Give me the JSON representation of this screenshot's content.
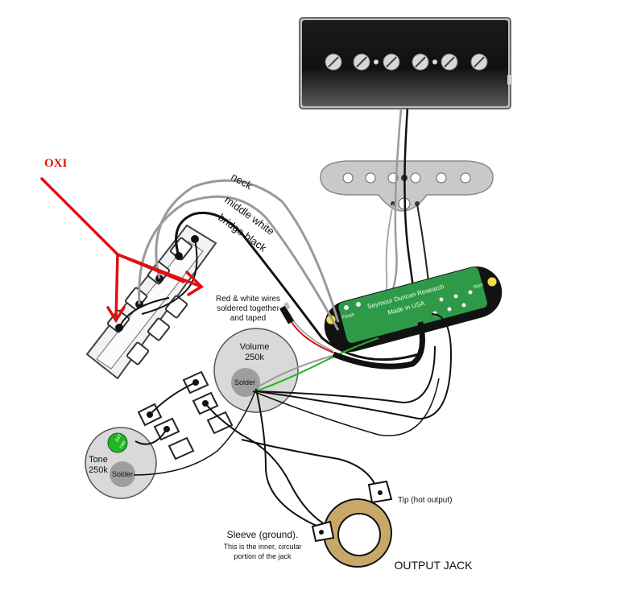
{
  "labels": {
    "oxi": "OXI",
    "neck": "neck",
    "middle": "middle white",
    "bridge": "bridge black",
    "red_white_1": "Red & white wires",
    "red_white_2": "soldered together",
    "red_white_3": "and taped",
    "volume": "Volume",
    "volume_value": "250k",
    "solder": "Solder",
    "tone": "Tone",
    "tone_value": "250k",
    "cap_1": ".047",
    "cap_2": "cap",
    "tip": "Tip (hot output)",
    "sleeve_1": "Sleeve (ground).",
    "sleeve_2": "This is the inner, circular",
    "sleeve_3": "portion of the jack",
    "output_jack": "OUTPUT JACK",
    "board_brand": "Seymour Duncan Research",
    "board_made": "Made in USA",
    "board_finish": "Finish",
    "board_start": "Start"
  },
  "colors": {
    "annotation_red": "#e01010",
    "wire_grey": "#9a9a9a",
    "wire_black": "#111111",
    "wire_green": "#22b422",
    "wire_red": "#d01010",
    "board_green": "#2e9a48",
    "pot_grey": "#d9d9d9",
    "jack_tan": "#c8a868"
  }
}
